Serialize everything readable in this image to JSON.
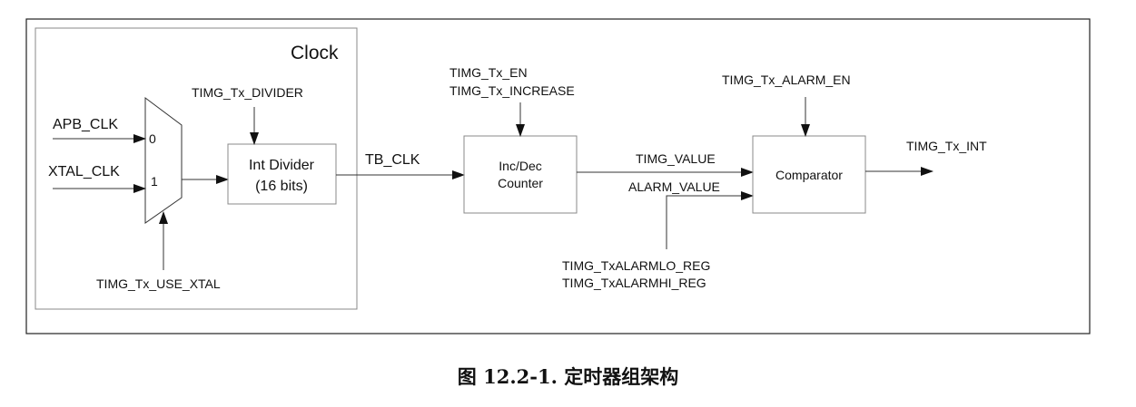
{
  "clock_block": {
    "title": "Clock"
  },
  "mux": {
    "input0_label": "APB_CLK",
    "input1_label": "XTAL_CLK",
    "port0": "0",
    "port1": "1",
    "select_signal": "TIMG_Tx_USE_XTAL"
  },
  "divider": {
    "control_signal": "TIMG_Tx_DIVIDER",
    "line1": "Int Divider",
    "line2": "(16 bits)"
  },
  "tb_clk_label": "TB_CLK",
  "counter": {
    "control_line1": "TIMG_Tx_EN",
    "control_line2": "TIMG_Tx_INCREASE",
    "line1": "Inc/Dec",
    "line2": "Counter"
  },
  "comparator": {
    "label": "Comparator",
    "enable_signal": "TIMG_Tx_ALARM_EN",
    "input_value": "TIMG_VALUE",
    "input_alarm": "ALARM_VALUE",
    "output": "TIMG_Tx_INT"
  },
  "alarm_regs": {
    "line1": "TIMG_TxALARMLO_REG",
    "line2": "TIMG_TxALARMHI_REG"
  },
  "caption": "图 12.2-1. 定时器组架构"
}
